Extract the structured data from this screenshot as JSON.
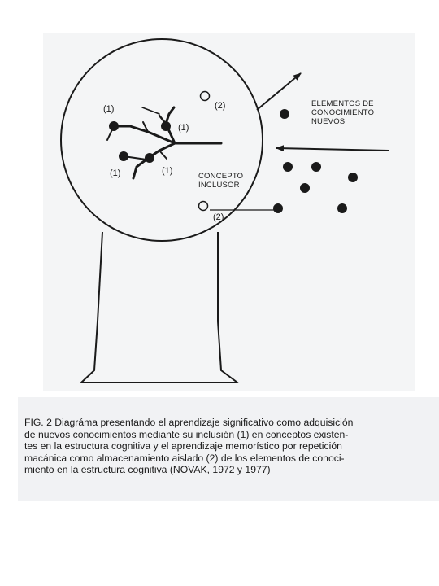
{
  "labels": {
    "inclusion_mark": "(1)",
    "isolated_mark": "(2)",
    "new_elements_line1": "ELEMENTOS DE",
    "new_elements_line2": "CONOCIMIENTO",
    "new_elements_line3": "NUEVOS",
    "concept_line1": "CONCEPTO",
    "concept_line2": "INCLUSOR"
  },
  "caption": {
    "lines": [
      "FIG. 2 Diagráma presentando el aprendizaje significativo como adquisición",
      "de nuevos conocimientos mediante su inclusión (1) en conceptos existen-",
      "tes en la estructura cognitiva y el aprendizaje memorístico por repetición",
      "macánica como almacenamiento aislado (2) de los elementos de conoci-",
      "miento en la estructura cognitiva (NOVAK, 1972 y 1977)"
    ]
  },
  "colors": {
    "ink": "#1a1a1a",
    "panel": "#f4f5f6",
    "background": "#ffffff"
  }
}
